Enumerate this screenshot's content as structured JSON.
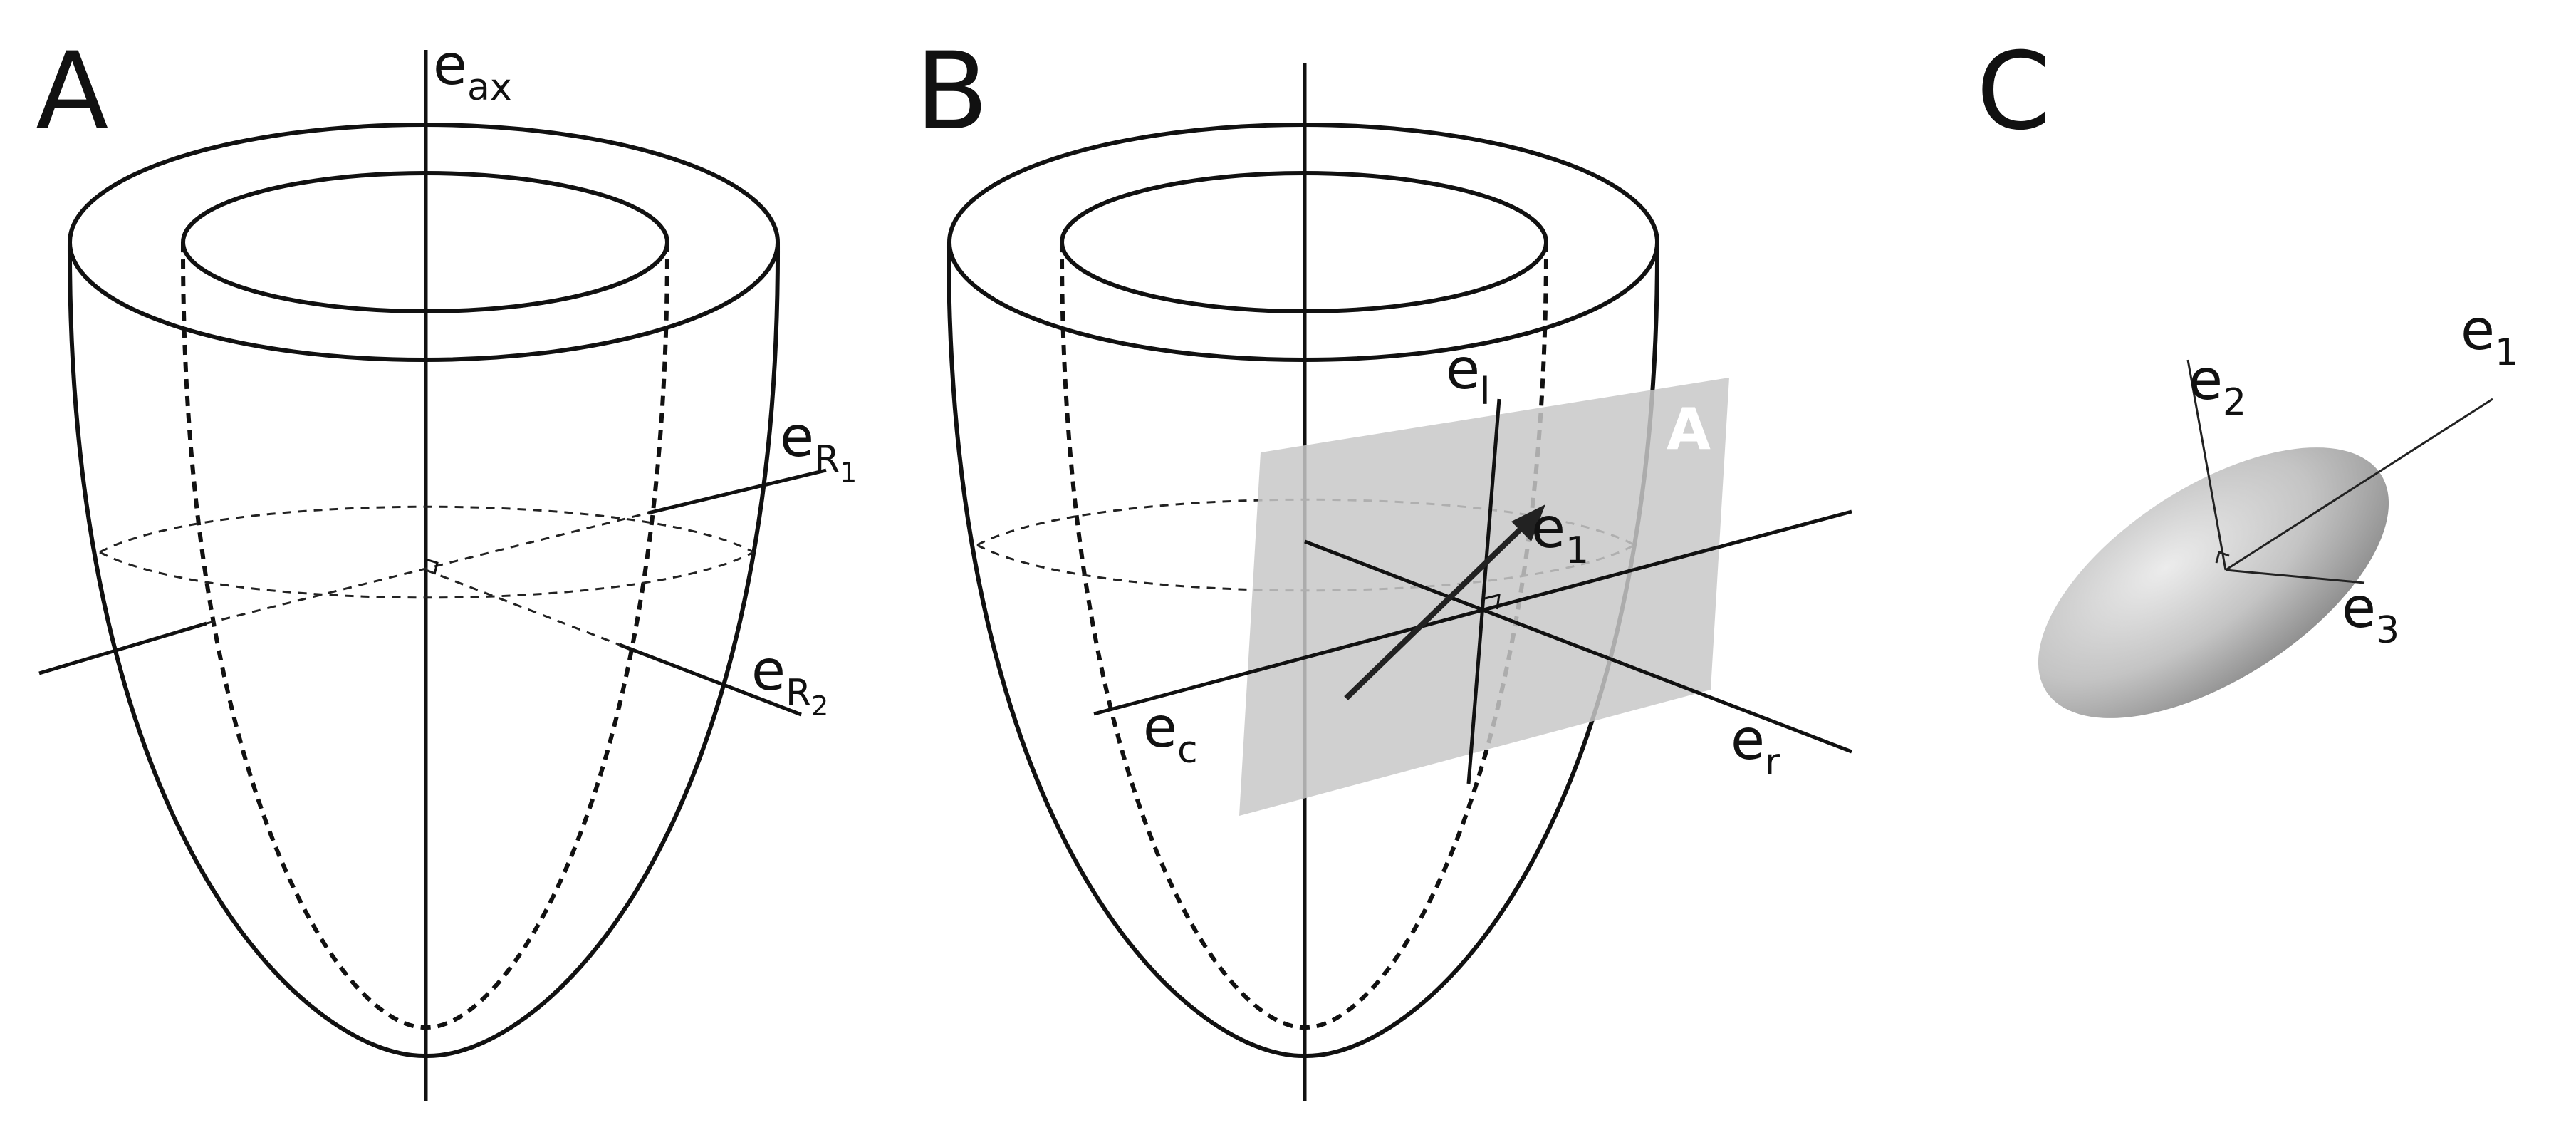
{
  "panels": {
    "a": {
      "label": "A",
      "axes": {
        "ax": {
          "base": "e",
          "sub": "ax"
        },
        "r1": {
          "base": "e",
          "sub": "R",
          "subsub": "1"
        },
        "r2": {
          "base": "e",
          "sub": "R",
          "subsub": "2"
        }
      }
    },
    "b": {
      "label": "B",
      "plane_label": "A",
      "axes": {
        "l": {
          "base": "e",
          "sub": "l"
        },
        "one": {
          "base": "e",
          "sub": "1"
        },
        "c": {
          "base": "e",
          "sub": "c"
        },
        "r": {
          "base": "e",
          "sub": "r"
        }
      }
    },
    "c": {
      "label": "C",
      "axes": {
        "one": {
          "base": "e",
          "sub": "1"
        },
        "two": {
          "base": "e",
          "sub": "2"
        },
        "three": {
          "base": "e",
          "sub": "3"
        }
      }
    }
  },
  "colors": {
    "stroke": "#111111",
    "plane": "#c8c8c8",
    "ellipsoid_light": "#e6e6e6",
    "ellipsoid_dark": "#8a8a8a"
  }
}
